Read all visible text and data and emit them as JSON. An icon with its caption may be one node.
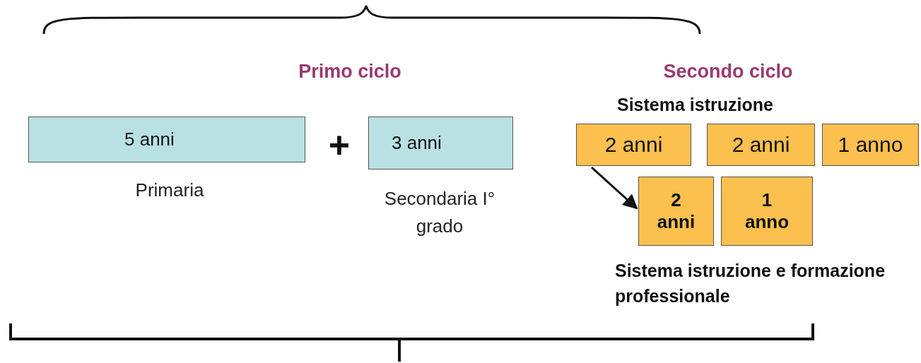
{
  "diagram": {
    "nodes": [
      {
        "text": [
          "5 anni"
        ],
        "beside": [
          "Primaria"
        ]
      },
      {
        "text": [
          "3 anni"
        ],
        "beside": [
          "Secondaria I° grado"
        ]
      },
      {
        "text": [
          "2 anni"
        ]
      },
      {
        "text": [
          "2 anni"
        ]
      },
      {
        "text": [
          "1 anno"
        ]
      },
      {
        "text": [
          "2 anni"
        ]
      },
      {
        "text": [
          "1 anno"
        ]
      }
    ],
    "edges": [
      {
        "from": 2,
        "to": 5,
        "arrow": "to"
      }
    ],
    "labels": [
      "Primo ciclo",
      "Secondo ciclo",
      "Sistema istruzione",
      "+",
      "Sistema istruzione e formazione professionale"
    ]
  }
}
